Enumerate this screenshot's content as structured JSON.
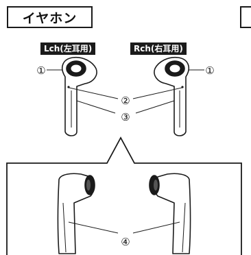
{
  "title": "イヤホン",
  "labels": {
    "left_channel": "Lch(左耳用)",
    "right_channel": "Rch(右耳用)"
  },
  "callouts": {
    "n1": "①",
    "n2": "②",
    "n3": "③",
    "n4": "④"
  }
}
